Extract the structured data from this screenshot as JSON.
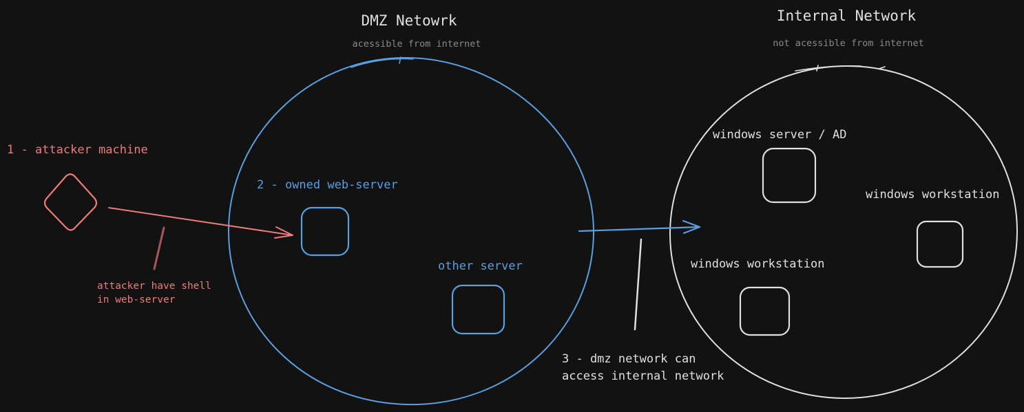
{
  "colors": {
    "background": "#121212",
    "dmz": "#5b9fe3",
    "internal": "#e0e0e0",
    "attacker": "#f07b7b",
    "note_line": "#a85656",
    "subtitle": "#8a8a8a"
  },
  "dmz": {
    "title": "DMZ Netowrk",
    "subtitle": "acessible from internet",
    "owned_label": "2 - owned web-server",
    "other_label": "other server"
  },
  "internal": {
    "title": "Internal Network",
    "subtitle": "not acessible from internet",
    "server_label": "windows server / AD",
    "ws_right_label": "windows workstation",
    "ws_left_label": "windows workstation"
  },
  "attacker": {
    "label": "1 - attacker machine",
    "note_line1": "attacker have shell",
    "note_line2": "in web-server"
  },
  "footnote": {
    "line1": "3 - dmz network can",
    "line2": "access internal network"
  }
}
